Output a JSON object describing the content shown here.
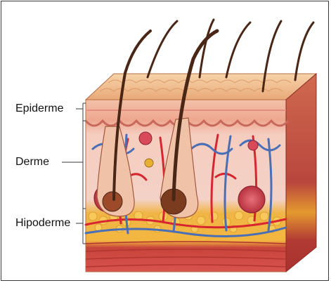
{
  "diagram": {
    "labels": {
      "epidermis": "Epiderme",
      "dermis": "Derme",
      "hypodermis": "Hipoderme"
    },
    "colors": {
      "surface": "#f2c08e",
      "epidermis": "#f3b7a6",
      "dermis": "#f4d1c6",
      "hypodermis_fat": "#f2b640",
      "muscle": "#d9534f",
      "artery": "#d7262f",
      "vein": "#4a6fb5",
      "hair": "#4a2616"
    }
  }
}
